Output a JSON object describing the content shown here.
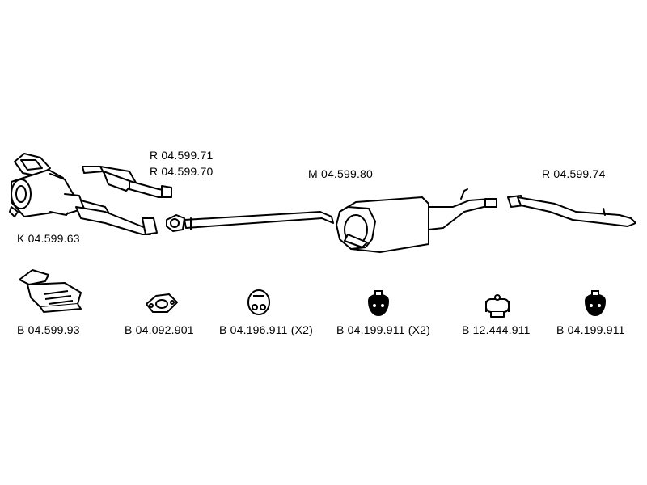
{
  "labels": {
    "r71": "R 04.599.71",
    "r70": "R 04.599.70",
    "m80": "M 04.599.80",
    "r74": "R 04.599.74",
    "k63": "K 04.599.63",
    "b93": "B 04.599.93",
    "b901": "B 04.092.901",
    "b196": "B 04.196.911 (X2)",
    "b199x2": "B 04.199.911 (X2)",
    "b12444": "B 12.444.911",
    "b199": "B 04.199.911"
  }
}
